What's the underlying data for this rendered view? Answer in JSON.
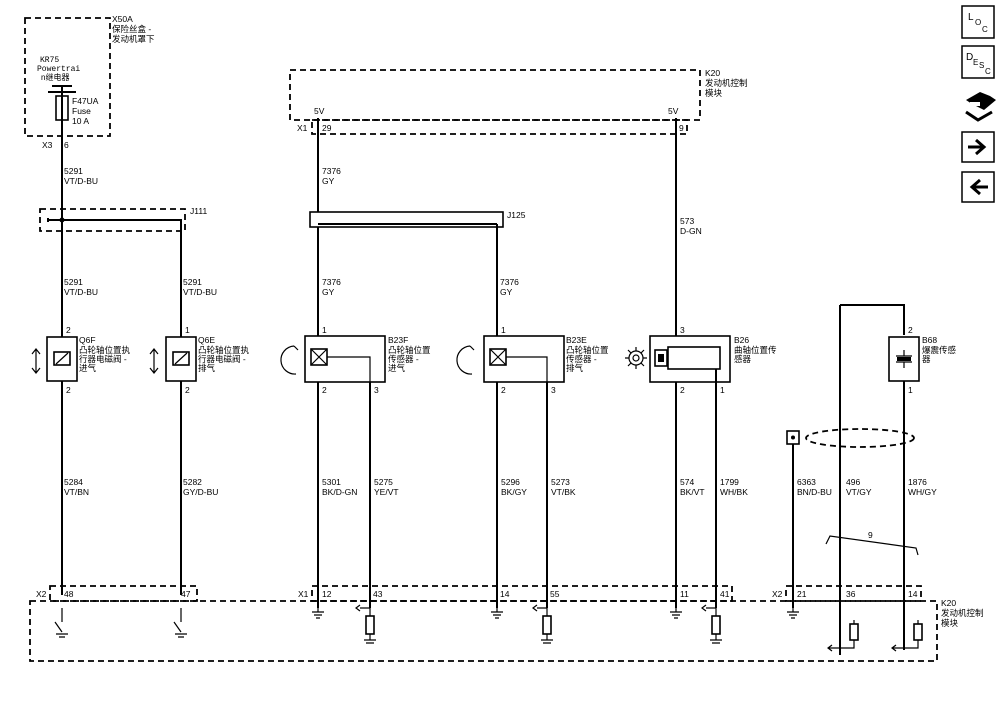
{
  "connectors": {
    "x50a": {
      "id": "X50A",
      "desc1": "保险丝盒 -",
      "desc2": "发动机罩下"
    },
    "kr75": {
      "id": "KR75",
      "line1": "Powertrai",
      "line2": "n继电器"
    },
    "fuse": {
      "id": "F47UA",
      "line1": "Fuse",
      "line2": "10 A"
    },
    "x3": {
      "label": "X3",
      "pin": "6"
    },
    "k20_top": {
      "id": "K20",
      "desc1": "发动机控制",
      "desc2": "模块"
    },
    "k20_bot": {
      "id": "K20",
      "desc1": "发动机控制",
      "desc2": "模块"
    },
    "x1_top": {
      "label": "X1",
      "pin_left": "29",
      "pin_right": "9",
      "v_left": "5V",
      "v_right": "5V"
    },
    "x2_bot": {
      "label": "X2",
      "pins": [
        "48",
        "47"
      ]
    },
    "x1_bot": {
      "label": "X1",
      "pins": [
        "12",
        "43",
        "14",
        "55",
        "11",
        "41"
      ]
    },
    "x2_bot_r": {
      "label": "X2",
      "pins": [
        "21",
        "36",
        "14"
      ]
    }
  },
  "splices": {
    "j111": "J111",
    "j125": "J125"
  },
  "wires": {
    "w5291_top": {
      "num": "5291",
      "color": "VT/D-BU"
    },
    "w5291_l": {
      "num": "5291",
      "color": "VT/D-BU"
    },
    "w5291_r": {
      "num": "5291",
      "color": "VT/D-BU"
    },
    "w7376_top": {
      "num": "7376",
      "color": "GY"
    },
    "w7376_l": {
      "num": "7376",
      "color": "GY"
    },
    "w7376_r": {
      "num": "7376",
      "color": "GY"
    },
    "w573": {
      "num": "573",
      "color": "D-GN"
    },
    "w5284": {
      "num": "5284",
      "color": "VT/BN"
    },
    "w5282": {
      "num": "5282",
      "color": "GY/D-BU"
    },
    "w5301": {
      "num": "5301",
      "color": "BK/D-GN"
    },
    "w5275": {
      "num": "5275",
      "color": "YE/VT"
    },
    "w5296": {
      "num": "5296",
      "color": "BK/GY"
    },
    "w5273": {
      "num": "5273",
      "color": "VT/BK"
    },
    "w574": {
      "num": "574",
      "color": "BK/VT"
    },
    "w1799": {
      "num": "1799",
      "color": "WH/BK"
    },
    "w6363": {
      "num": "6363",
      "color": "BN/D-BU"
    },
    "w496": {
      "num": "496",
      "color": "VT/GY"
    },
    "w1876": {
      "num": "1876",
      "color": "WH/GY"
    },
    "twist": "9"
  },
  "components": {
    "q6f": {
      "id": "Q6F",
      "l1": "凸轮轴位置执",
      "l2": "行器电磁阀 -",
      "l3": "进气",
      "pin_top": "2",
      "pin_bot": "2"
    },
    "q6e": {
      "id": "Q6E",
      "l1": "凸轮轴位置执",
      "l2": "行器电磁阀 -",
      "l3": "排气",
      "pin_top": "1",
      "pin_bot": "2"
    },
    "b23f": {
      "id": "B23F",
      "l1": "凸轮轴位置",
      "l2": "传感器 -",
      "l3": "进气",
      "pin_top": "1",
      "pin_bl": "2",
      "pin_br": "3"
    },
    "b23e": {
      "id": "B23E",
      "l1": "凸轮轴位置",
      "l2": "传感器 -",
      "l3": "排气",
      "pin_top": "1",
      "pin_bl": "2",
      "pin_br": "3"
    },
    "b26": {
      "id": "B26",
      "l1": "曲轴位置传",
      "l2": "感器",
      "pin_top": "3",
      "pin_bl": "2",
      "pin_br": "1"
    },
    "b68": {
      "id": "B68",
      "l1": "爆震传感",
      "l2": "器",
      "pin_top": "2",
      "pin_bot": "1"
    }
  },
  "nav": {
    "loc": {
      "l": "L",
      "o": "O",
      "c": "C"
    },
    "desc": {
      "d": "D",
      "e": "E",
      "s": "S",
      "c": "C"
    }
  }
}
